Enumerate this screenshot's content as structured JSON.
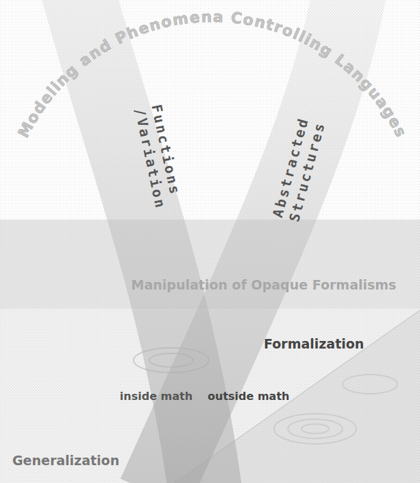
{
  "diagram": {
    "nodes": [
      {
        "text": [
          "Functions /Variation"
        ]
      },
      {
        "text": [
          "Abstracted Structures"
        ]
      },
      {
        "text": [
          "Manipulation of Opaque Formalisms"
        ]
      }
    ],
    "labels": [
      "Modeling and Phenomena Controlling Languages",
      "Formalization",
      "inside math",
      "outside math",
      "Generalization"
    ]
  }
}
